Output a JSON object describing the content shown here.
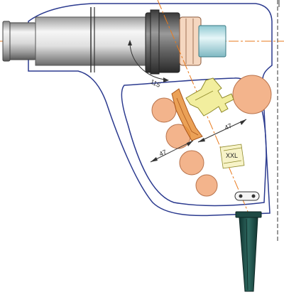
{
  "drawing": {
    "angle_dimension": "115",
    "left_dimension": "47",
    "right_dimension": "47",
    "part_marking": "XXL",
    "colors": {
      "outline": "#2b3a8f",
      "centerline": "#e8791c",
      "roller": "#f3b48c",
      "roller_stroke": "#b8734c",
      "holder": "#f2ee9e",
      "holder_stroke": "#8f8a2a",
      "cam": "#e8903a",
      "dim_line": "#333333",
      "handle_grip": "#1f4a44",
      "collet": "#f5d7c0",
      "nozzle": "#bfe1e6",
      "barrel_dark": "#4b4b4b"
    }
  }
}
